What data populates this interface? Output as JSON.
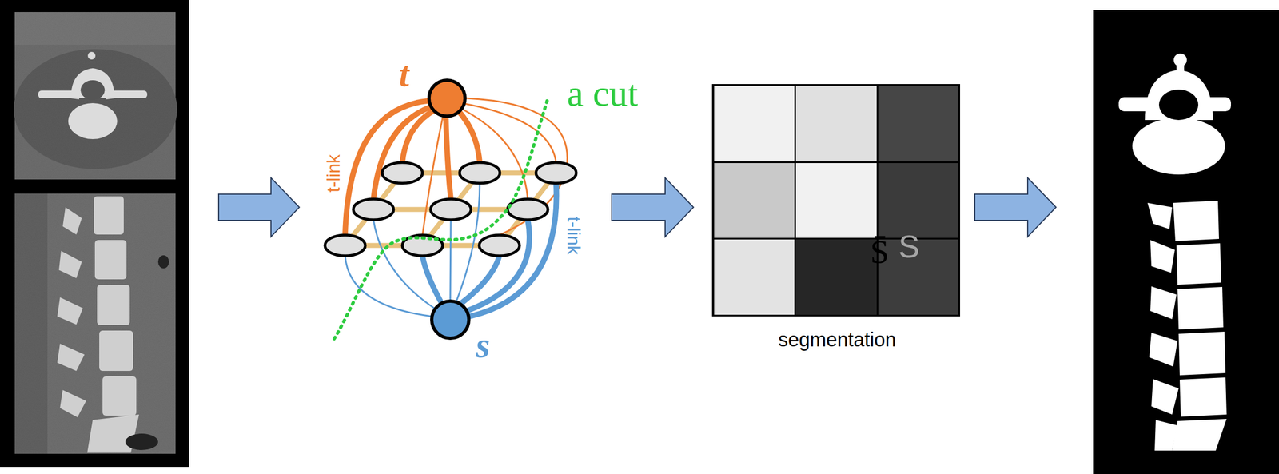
{
  "diagram": {
    "nodes": [
      {
        "text": [
          "t"
        ]
      },
      {
        "text": [
          "s"
        ]
      },
      {
        "text": [
          "S̄",
          "S",
          "segmentation"
        ]
      }
    ],
    "labels": [
      "a cut",
      "t-link",
      "t-link"
    ]
  }
}
